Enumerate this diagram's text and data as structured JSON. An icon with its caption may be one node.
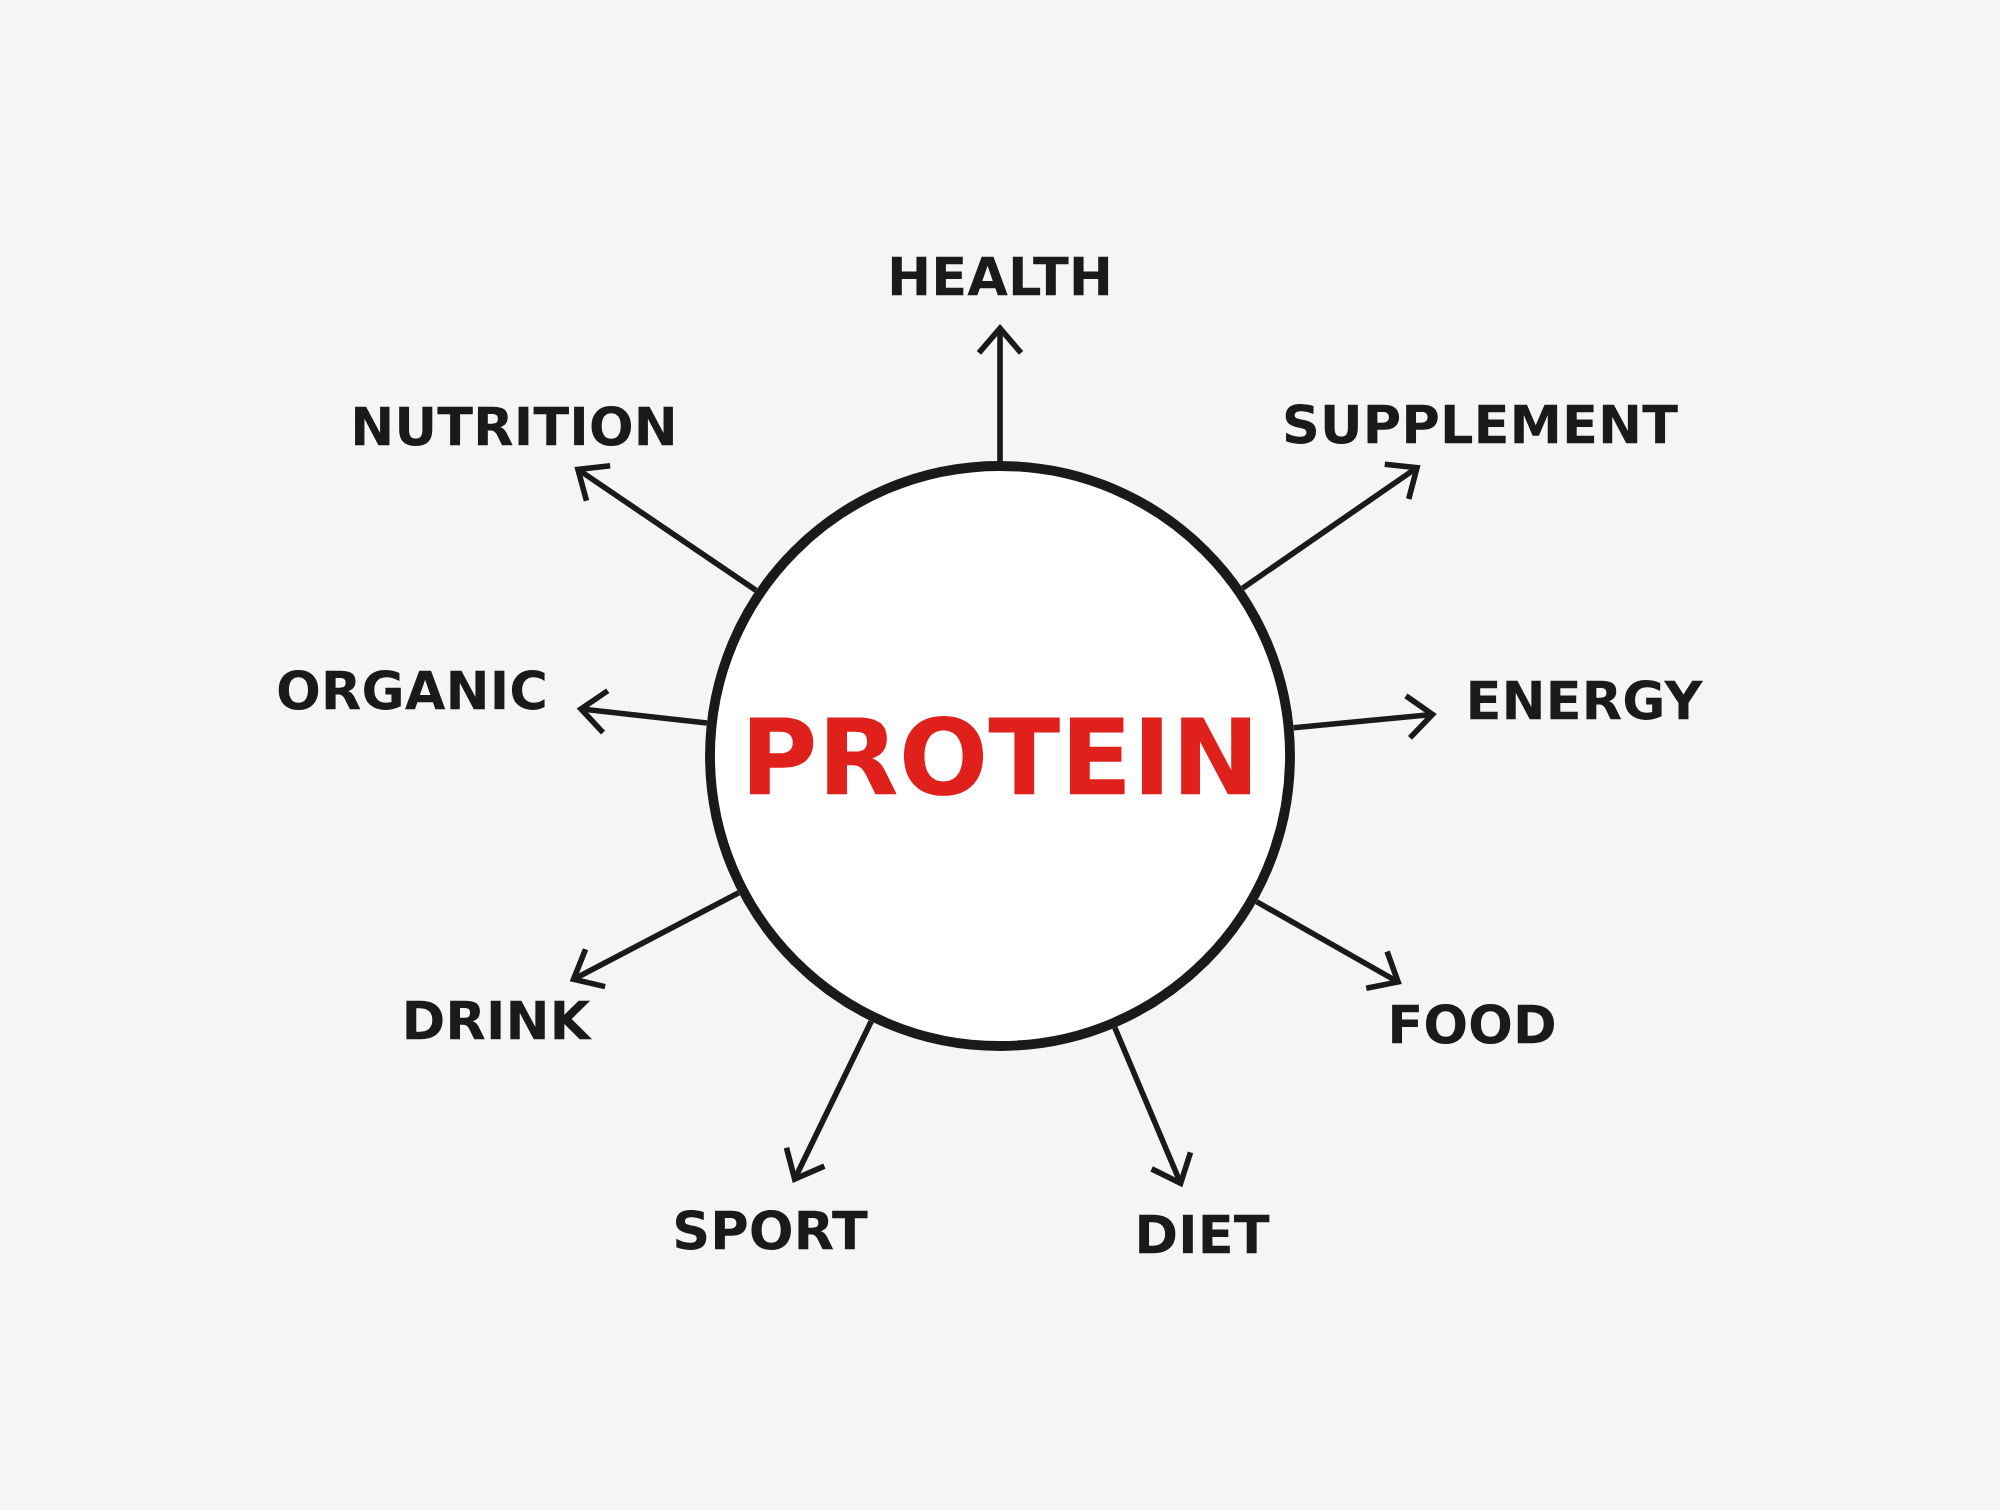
{
  "diagram": {
    "nodes": [
      {
        "text": [
          "PROTEIN"
        ]
      },
      {
        "text": [
          "HEALTH"
        ]
      },
      {
        "text": [
          "SUPPLEMENT"
        ]
      },
      {
        "text": [
          "ENERGY"
        ]
      },
      {
        "text": [
          "FOOD"
        ]
      },
      {
        "text": [
          "DIET"
        ]
      },
      {
        "text": [
          "SPORT"
        ]
      },
      {
        "text": [
          "DRINK"
        ]
      },
      {
        "text": [
          "ORGANIC"
        ]
      },
      {
        "text": [
          "NUTRITION"
        ]
      }
    ],
    "edges": [
      {
        "from": 0,
        "to": 1,
        "arrow": "to"
      },
      {
        "from": 0,
        "to": 2,
        "arrow": "to"
      },
      {
        "from": 0,
        "to": 3,
        "arrow": "to"
      },
      {
        "from": 0,
        "to": 4,
        "arrow": "to"
      },
      {
        "from": 0,
        "to": 5,
        "arrow": "to"
      },
      {
        "from": 0,
        "to": 6,
        "arrow": "to"
      },
      {
        "from": 0,
        "to": 7,
        "arrow": "to"
      },
      {
        "from": 0,
        "to": 8,
        "arrow": "to"
      },
      {
        "from": 0,
        "to": 9,
        "arrow": "to"
      }
    ]
  }
}
